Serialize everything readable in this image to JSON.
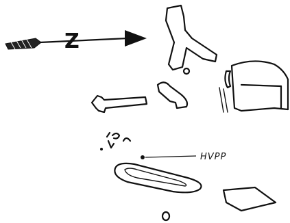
{
  "map": {
    "north_arrow": {
      "label": "Z",
      "direction": "right"
    },
    "feature_labels": [
      {
        "name": "hvpp-label",
        "text": "HVPP"
      }
    ]
  }
}
